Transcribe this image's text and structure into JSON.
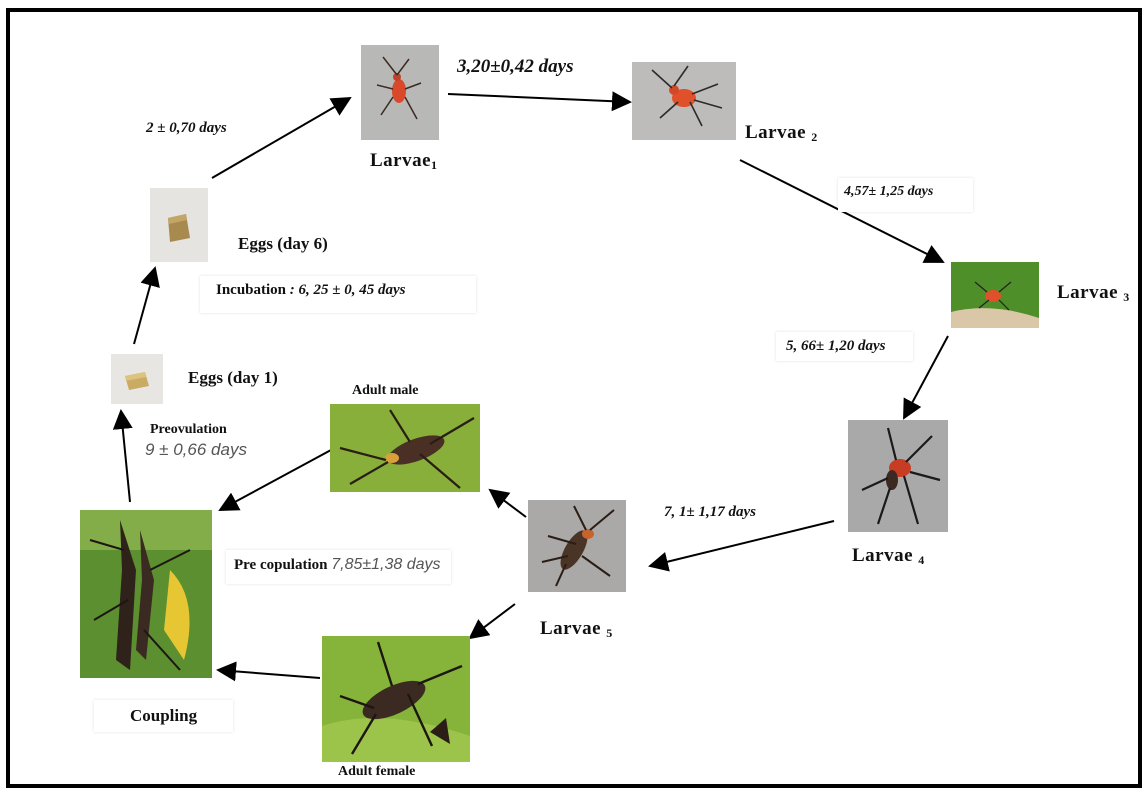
{
  "stages": {
    "larvae1": {
      "name": "Larvae",
      "sub": "1"
    },
    "larvae2": {
      "name": "Larvae",
      "sub": "2"
    },
    "larvae3": {
      "name": "Larvae",
      "sub": "3"
    },
    "larvae4": {
      "name": "Larvae",
      "sub": "4"
    },
    "larvae5": {
      "name": "Larvae",
      "sub": "5"
    },
    "eggs_day1": "Eggs (day 1)",
    "eggs_day6": "Eggs (day 6)",
    "adult_male": "Adult male",
    "adult_female": "Adult female",
    "coupling": "Coupling"
  },
  "durations": {
    "eggs_to_l1": "2 ± 0,70 days",
    "l1_to_l2": "3,20±0,42 days",
    "l2_to_l3": "4,57± 1,25 days",
    "l3_to_l4": "5, 66± 1,20 days",
    "l4_to_l5": "7, 1± 1,17 days",
    "incubation_label": "Incubation",
    "incubation_value": ": 6, 25 ± 0, 45 days",
    "preovulation_label": "Preovulation",
    "preovulation_value": "9 ± 0,66 days",
    "precopulation_label": "Pre copulation",
    "precopulation_value": "7,85±1,38 days"
  },
  "colors": {
    "frame": "#000000",
    "arrow": "#000000",
    "larva_orange": "#e0502a",
    "leaf_green": "#4f8f2a",
    "egg_tan": "#b89a5a",
    "bug_brown": "#3b2a22"
  }
}
